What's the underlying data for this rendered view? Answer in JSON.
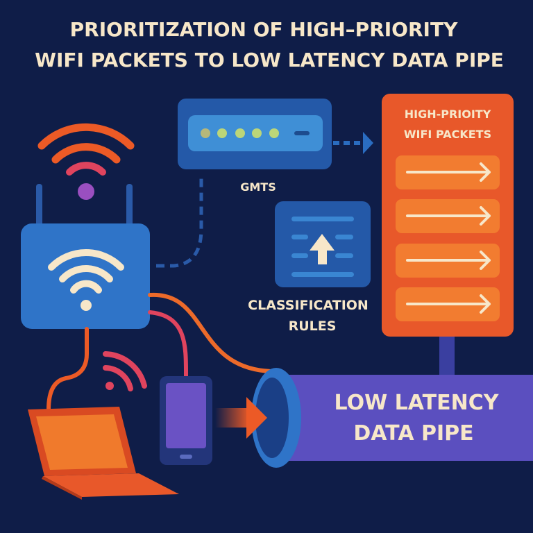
{
  "title": {
    "line1": "PRIORITIZATION OF HIGH–PRIORITY",
    "line2": "WIFI PACKETS TO LOW LATENCY DATA PIPE"
  },
  "labels": {
    "gmts": "GMTS",
    "classification_line1": "CLASSIFICATION",
    "classification_line2": "RULES",
    "packets_line1": "HIGH-PRIOITY",
    "packets_line2": "WIFI PACKETS",
    "pipe_line1": "LOW LATENCY",
    "pipe_line2": "DATA PIPE"
  },
  "colors": {
    "background": "#0f1d48",
    "text": "#f7e7c9",
    "orange": "#ec5a26",
    "blue": "#2f6fbf",
    "purple": "#5b4fbf"
  }
}
